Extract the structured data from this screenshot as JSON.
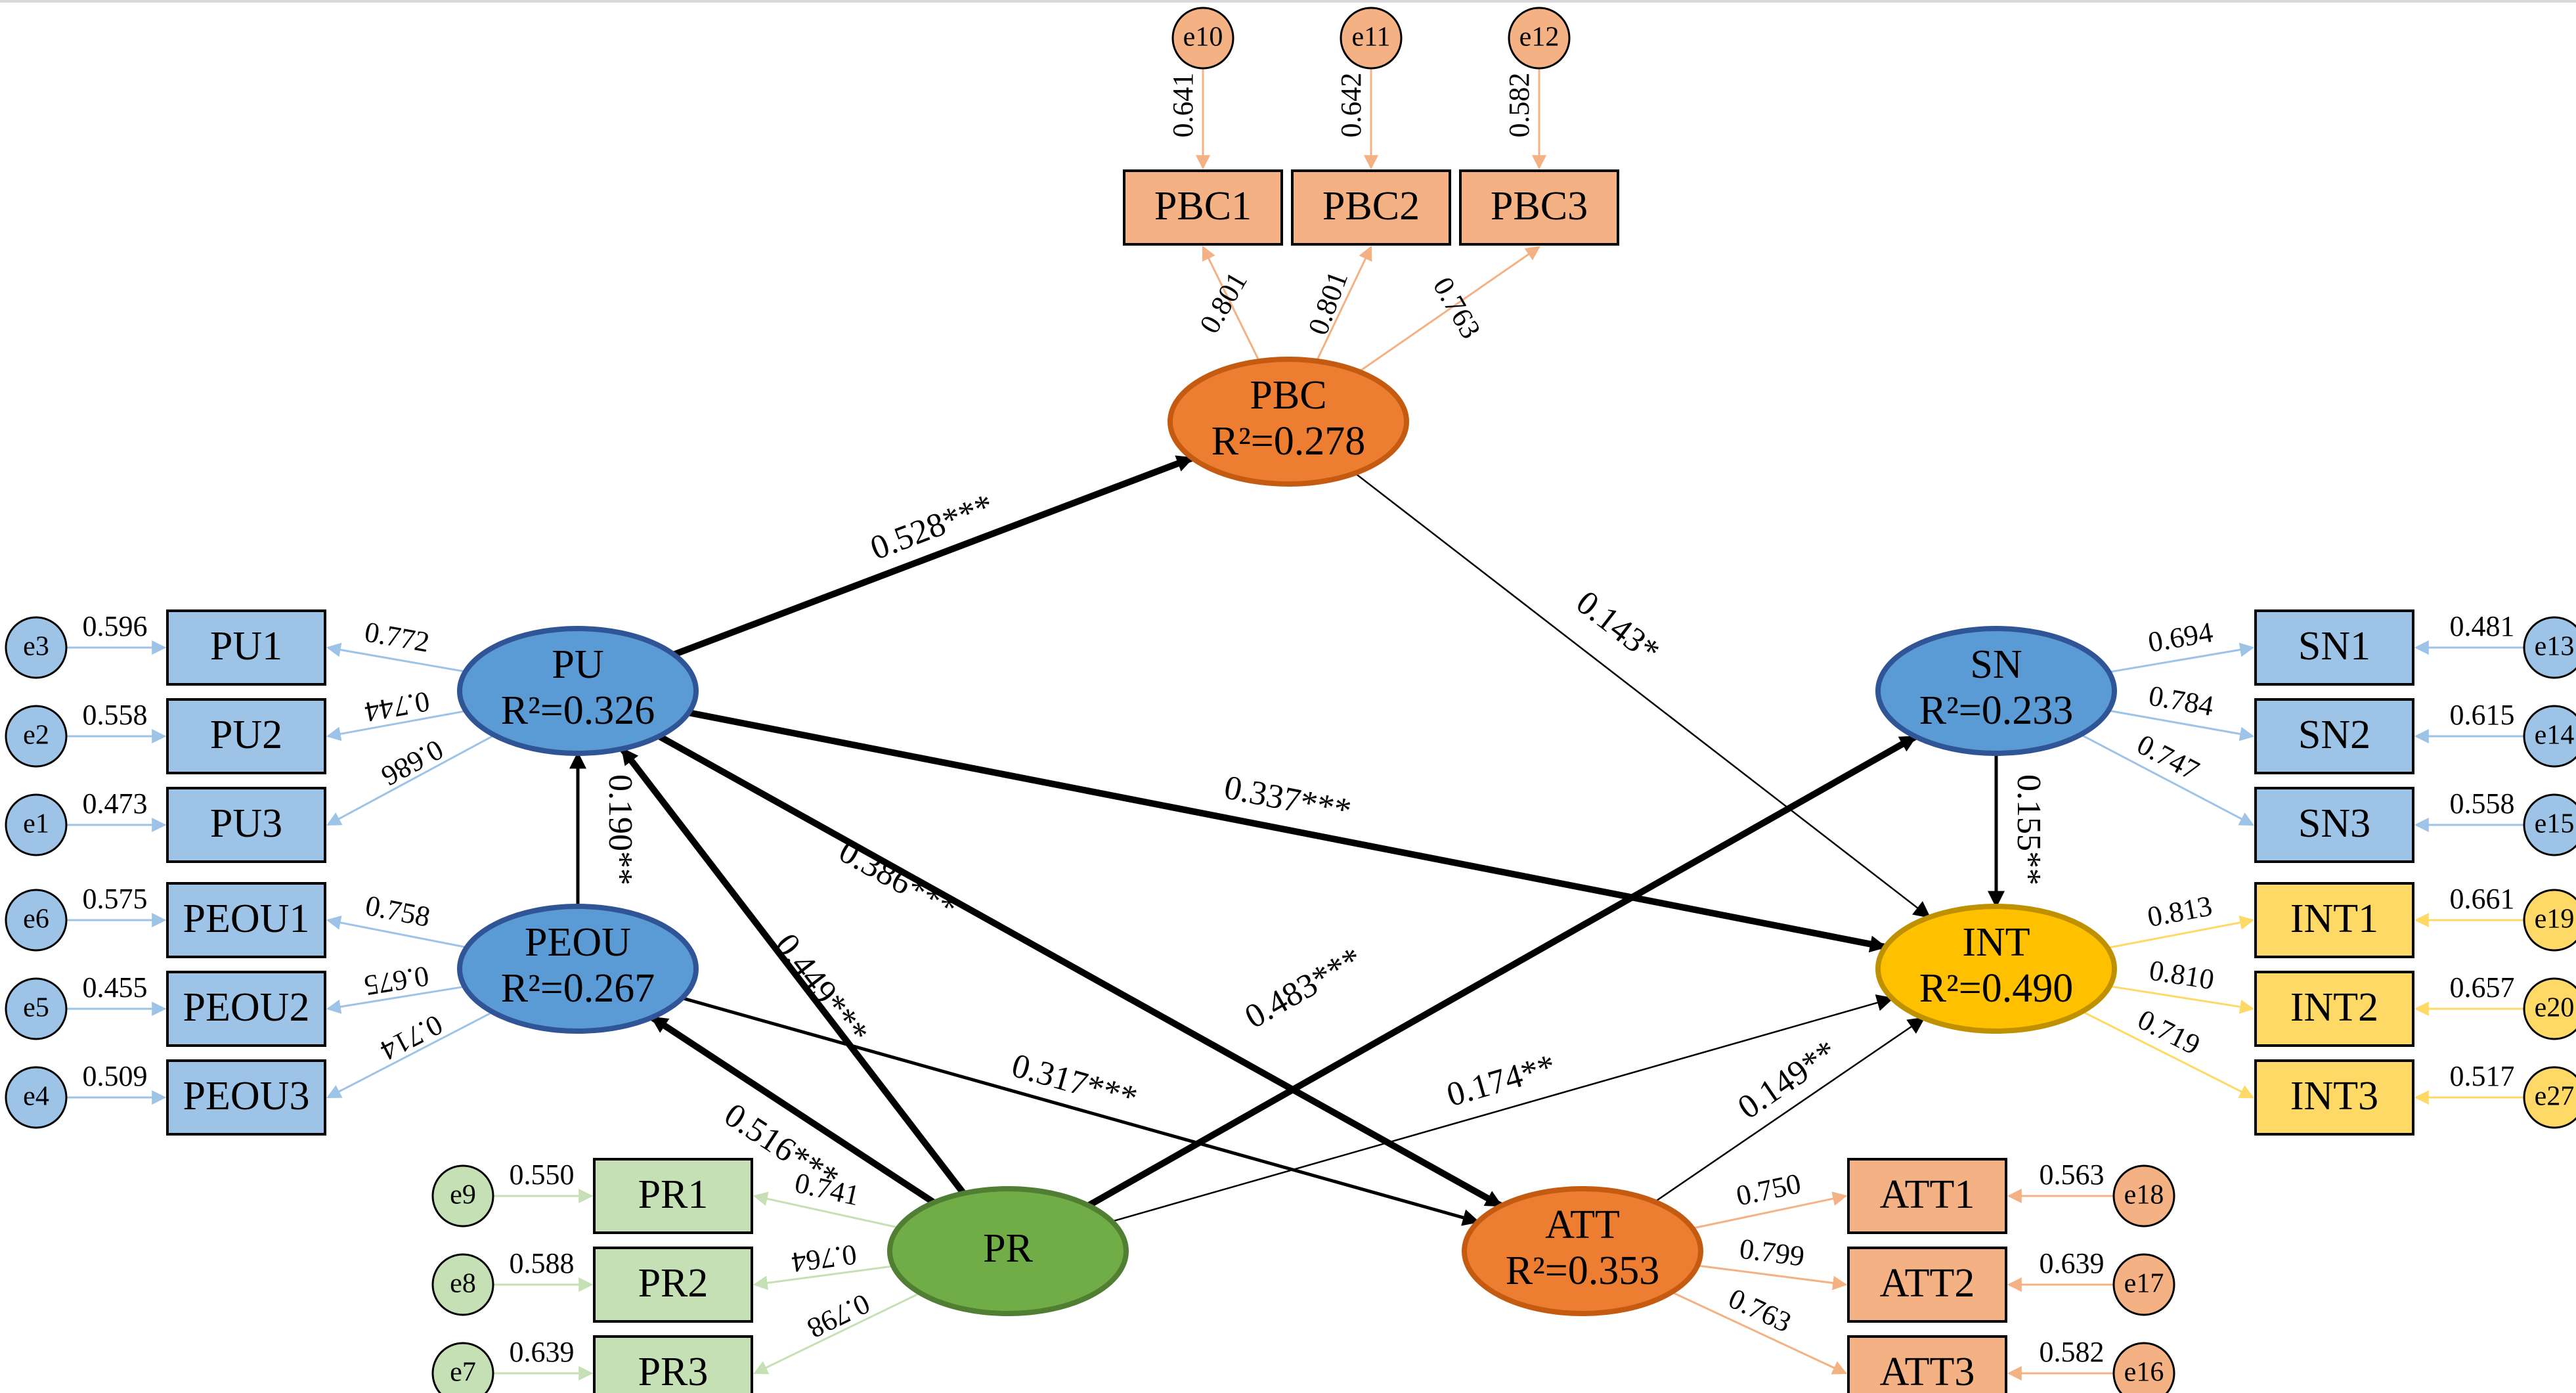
{
  "colors": {
    "blue_fill": "#5B9BD5",
    "blue_stroke": "#2F5597",
    "lightblue_fill": "#9DC3E6",
    "orange_fill": "#ED7D31",
    "orange_stroke": "#C55A11",
    "lightorange_fill": "#F4B183",
    "yellow_fill": "#FFC000",
    "yellow_stroke": "#BF9000",
    "lightyellow_fill": "#FFD966",
    "green_fill": "#70AD47",
    "green_stroke": "#507E32",
    "lightgreen_fill": "#C5E0B4",
    "arrow_dark": "#000000"
  },
  "constructs": [
    {
      "id": "PBC",
      "label": "PBC",
      "r2": "R²=0.278",
      "color": "orange"
    },
    {
      "id": "PU",
      "label": "PU",
      "r2": "R²=0.326",
      "color": "blue"
    },
    {
      "id": "PEOU",
      "label": "PEOU",
      "r2": "R²=0.267",
      "color": "blue"
    },
    {
      "id": "PR",
      "label": "PR",
      "r2": "",
      "color": "green"
    },
    {
      "id": "SN",
      "label": "SN",
      "r2": "R²=0.233",
      "color": "blue"
    },
    {
      "id": "INT",
      "label": "INT",
      "r2": "R²=0.490",
      "color": "yellow"
    },
    {
      "id": "ATT",
      "label": "ATT",
      "r2": "R²=0.353",
      "color": "orange"
    }
  ],
  "indicators": [
    {
      "id": "PBC1",
      "construct": "PBC",
      "loading": "0.801",
      "error": "e10",
      "error_var": "0.641"
    },
    {
      "id": "PBC2",
      "construct": "PBC",
      "loading": "0.801",
      "error": "e11",
      "error_var": "0.642"
    },
    {
      "id": "PBC3",
      "construct": "PBC",
      "loading": "0.763",
      "error": "e12",
      "error_var": "0.582"
    },
    {
      "id": "PU1",
      "construct": "PU",
      "loading": "0.772",
      "error": "e3",
      "error_var": "0.596"
    },
    {
      "id": "PU2",
      "construct": "PU",
      "loading": "0.744",
      "error": "e2",
      "error_var": "0.558"
    },
    {
      "id": "PU3",
      "construct": "PU",
      "loading": "0.686",
      "error": "e1",
      "error_var": "0.473"
    },
    {
      "id": "PEOU1",
      "construct": "PEOU",
      "loading": "0.758",
      "error": "e6",
      "error_var": "0.575"
    },
    {
      "id": "PEOU2",
      "construct": "PEOU",
      "loading": "0.675",
      "error": "e5",
      "error_var": "0.455"
    },
    {
      "id": "PEOU3",
      "construct": "PEOU",
      "loading": "0.714",
      "error": "e4",
      "error_var": "0.509"
    },
    {
      "id": "PR1",
      "construct": "PR",
      "loading": "0.741",
      "error": "e9",
      "error_var": "0.550"
    },
    {
      "id": "PR2",
      "construct": "PR",
      "loading": "0.764",
      "error": "e8",
      "error_var": "0.588"
    },
    {
      "id": "PR3",
      "construct": "PR",
      "loading": "0.798",
      "error": "e7",
      "error_var": "0.639"
    },
    {
      "id": "SN1",
      "construct": "SN",
      "loading": "0.694",
      "error": "e13",
      "error_var": "0.481"
    },
    {
      "id": "SN2",
      "construct": "SN",
      "loading": "0.784",
      "error": "e14",
      "error_var": "0.615"
    },
    {
      "id": "SN3",
      "construct": "SN",
      "loading": "0.747",
      "error": "e15",
      "error_var": "0.558"
    },
    {
      "id": "INT1",
      "construct": "INT",
      "loading": "0.813",
      "error": "e19",
      "error_var": "0.661"
    },
    {
      "id": "INT2",
      "construct": "INT",
      "loading": "0.810",
      "error": "e20",
      "error_var": "0.657"
    },
    {
      "id": "INT3",
      "construct": "INT",
      "loading": "0.719",
      "error": "e27",
      "error_var": "0.517"
    },
    {
      "id": "ATT1",
      "construct": "ATT",
      "loading": "0.750",
      "error": "e18",
      "error_var": "0.563"
    },
    {
      "id": "ATT2",
      "construct": "ATT",
      "loading": "0.799",
      "error": "e17",
      "error_var": "0.639"
    },
    {
      "id": "ATT3",
      "construct": "ATT",
      "loading": "0.763",
      "error": "e16",
      "error_var": "0.582"
    }
  ],
  "paths": [
    {
      "from": "PU",
      "to": "PBC",
      "label": "0.528***",
      "weight": "heavy"
    },
    {
      "from": "PBC",
      "to": "INT",
      "label": "0.143*",
      "weight": "light"
    },
    {
      "from": "PU",
      "to": "INT",
      "label": "0.337***",
      "weight": "heavy"
    },
    {
      "from": "PU",
      "to": "ATT",
      "label": "0.386***",
      "weight": "heavy"
    },
    {
      "from": "PEOU",
      "to": "PU",
      "label": "0.190**",
      "weight": "medium"
    },
    {
      "from": "PEOU",
      "to": "ATT",
      "label": "0.317***",
      "weight": "medium"
    },
    {
      "from": "PR",
      "to": "PU",
      "label": "0.449***",
      "weight": "heavy"
    },
    {
      "from": "PR",
      "to": "PEOU",
      "label": "0.516***",
      "weight": "heavy"
    },
    {
      "from": "PR",
      "to": "SN",
      "label": "0.483***",
      "weight": "heavy"
    },
    {
      "from": "PR",
      "to": "INT",
      "label": "0.174**",
      "weight": "light"
    },
    {
      "from": "SN",
      "to": "INT",
      "label": "0.155**",
      "weight": "medium"
    },
    {
      "from": "ATT",
      "to": "INT",
      "label": "0.149**",
      "weight": "light"
    }
  ]
}
